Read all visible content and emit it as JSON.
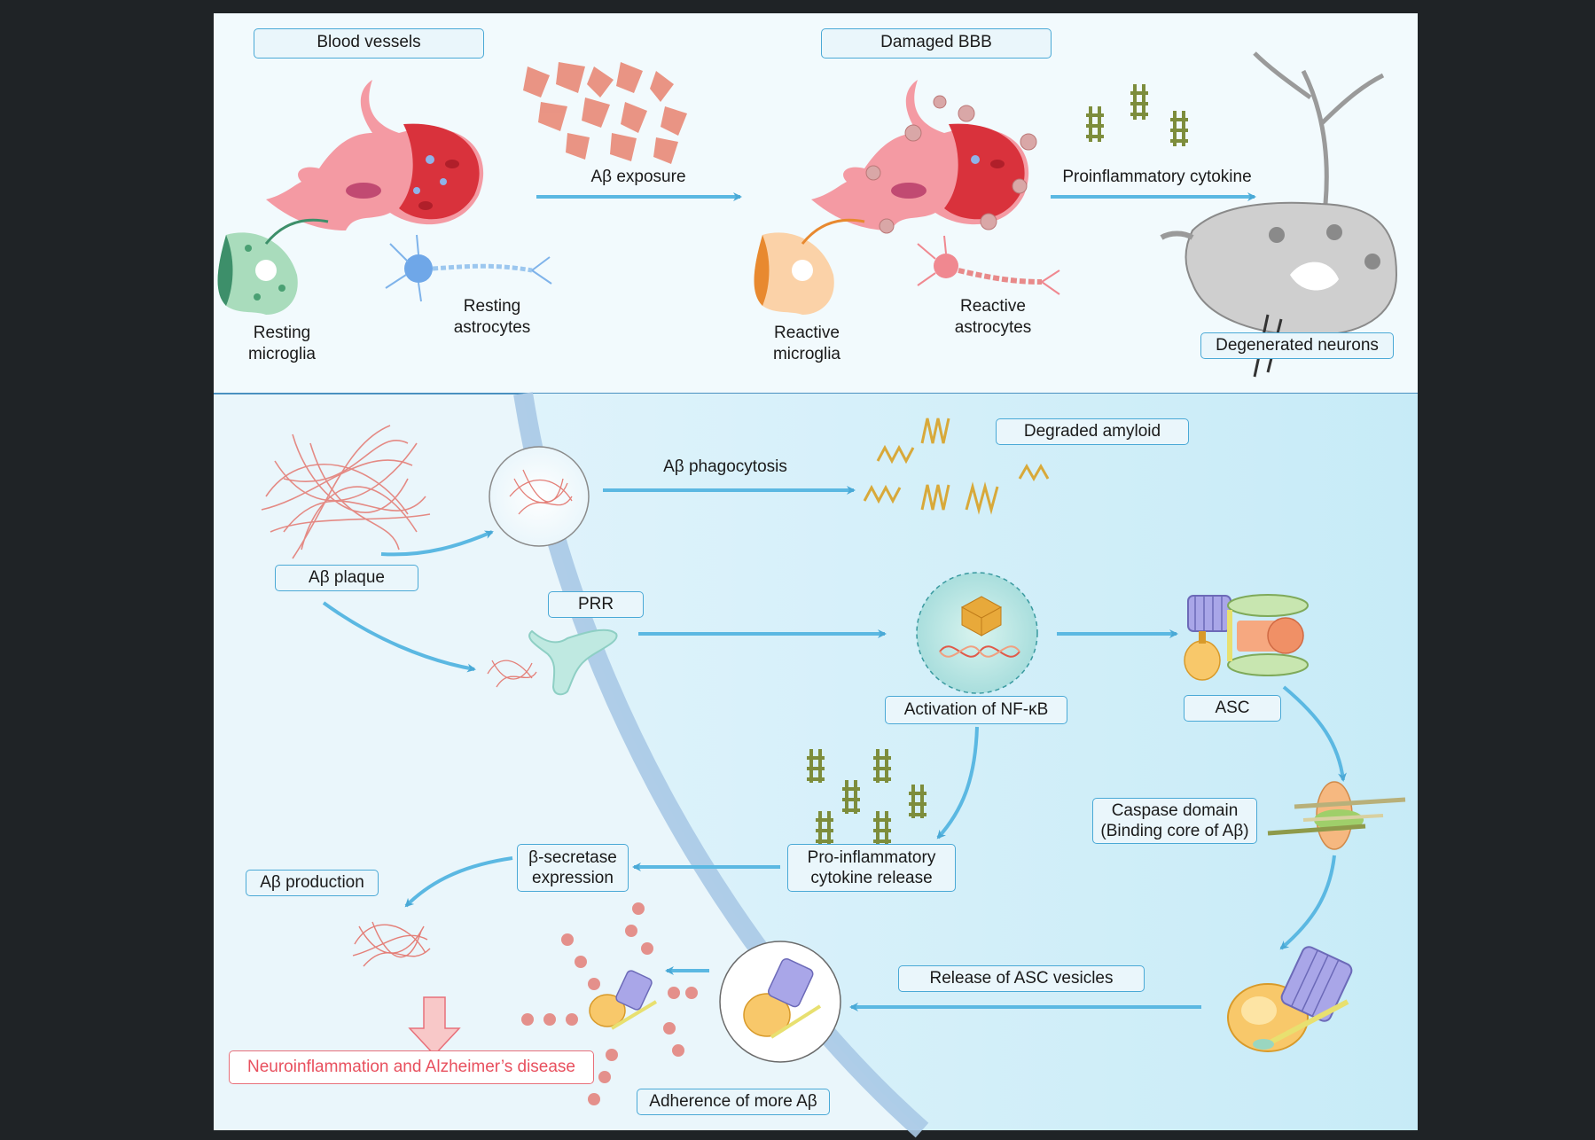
{
  "colors": {
    "background": "#1f2326",
    "panel_top": "#f2fafd",
    "panel_bottom": "#eaf6fb",
    "label_border": "#4aa9d6",
    "arrow": "#5bb8e2",
    "plaque": "#e47f78",
    "microglia_resting": "#7fc59a",
    "astrocyte_resting": "#6fa7e8",
    "microglia_reactive": "#f3a869",
    "astrocyte_reactive": "#f08890",
    "cytokine": "#7d8d3c",
    "neuron": "#9a9a9a",
    "highlight_text": "#e8505e"
  },
  "top_panel": {
    "blood_vessels": "Blood vessels",
    "ab_exposure": "Aβ exposure",
    "damaged_bbb": "Damaged BBB",
    "proinflammatory_cytokine": "Proinflammatory  cytokine",
    "resting_microglia": [
      "Resting",
      "microglia"
    ],
    "resting_astrocytes": [
      "Resting",
      "astrocytes"
    ],
    "reactive_microglia": [
      "Reactive",
      "microglia"
    ],
    "reactive_astrocytes": [
      "Reactive",
      "astrocytes"
    ],
    "degenerated_neurons": "Degenerated neurons"
  },
  "bottom_panel": {
    "ab_phagocytosis": "Aβ phagocytosis",
    "degraded_amyloid": "Degraded amyloid",
    "ab_plaque": "Aβ plaque",
    "prr": "PRR",
    "nfkb": "Activation of NF-κB",
    "asc": "ASC",
    "caspase": [
      "Caspase domain",
      "(Binding core of Aβ)"
    ],
    "pro_inflammatory_release": [
      "Pro-inflammatory",
      "cytokine release"
    ],
    "b_secretase": [
      "β-secretase",
      "expression"
    ],
    "ab_production": "Aβ production",
    "release_asc_vesicles": "Release of ASC vesicles",
    "adherence": "Adherence of more Aβ",
    "neuroinflammation": "Neuroinflammation and Alzheimer’s disease"
  }
}
